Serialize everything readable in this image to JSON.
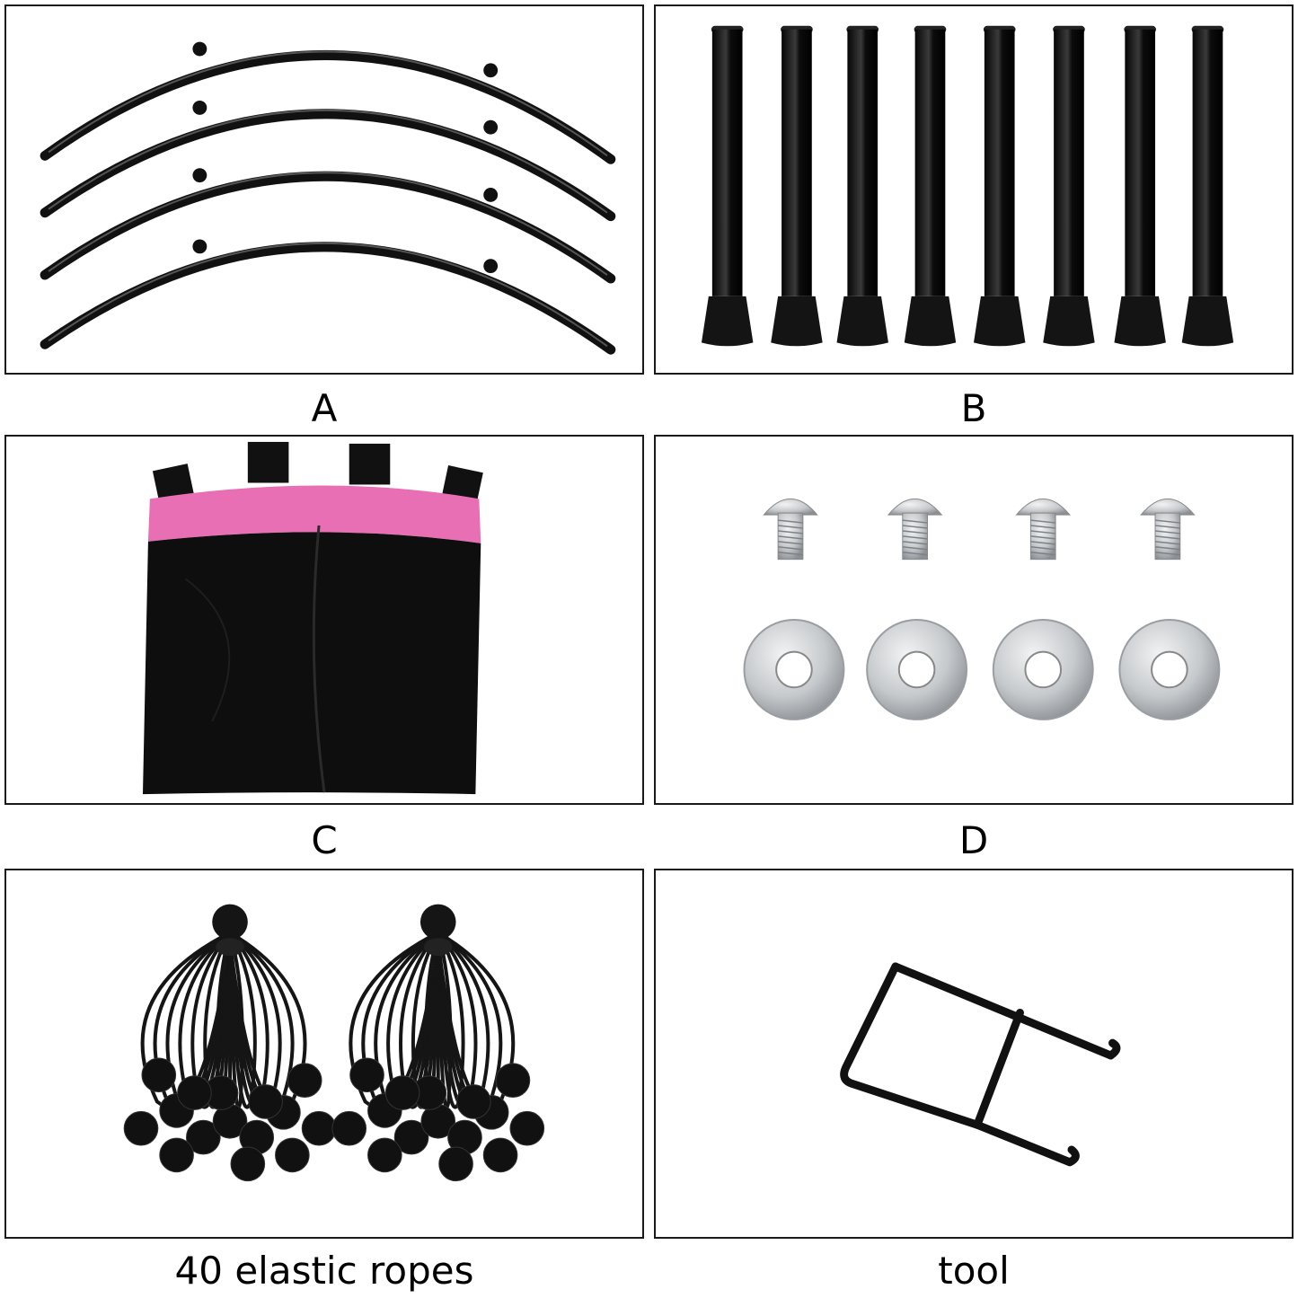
{
  "panels": {
    "a": {
      "label": "A"
    },
    "b": {
      "label": "B"
    },
    "c": {
      "label": "C"
    },
    "d": {
      "label": "D"
    },
    "e": {
      "label": "40 elastic ropes"
    },
    "f": {
      "label": "tool"
    }
  },
  "colors": {
    "border": "#1a1a1a",
    "parts_black": "#111111",
    "band_pink": "#e86fb3",
    "metal_silver": "#c8cbcf"
  }
}
